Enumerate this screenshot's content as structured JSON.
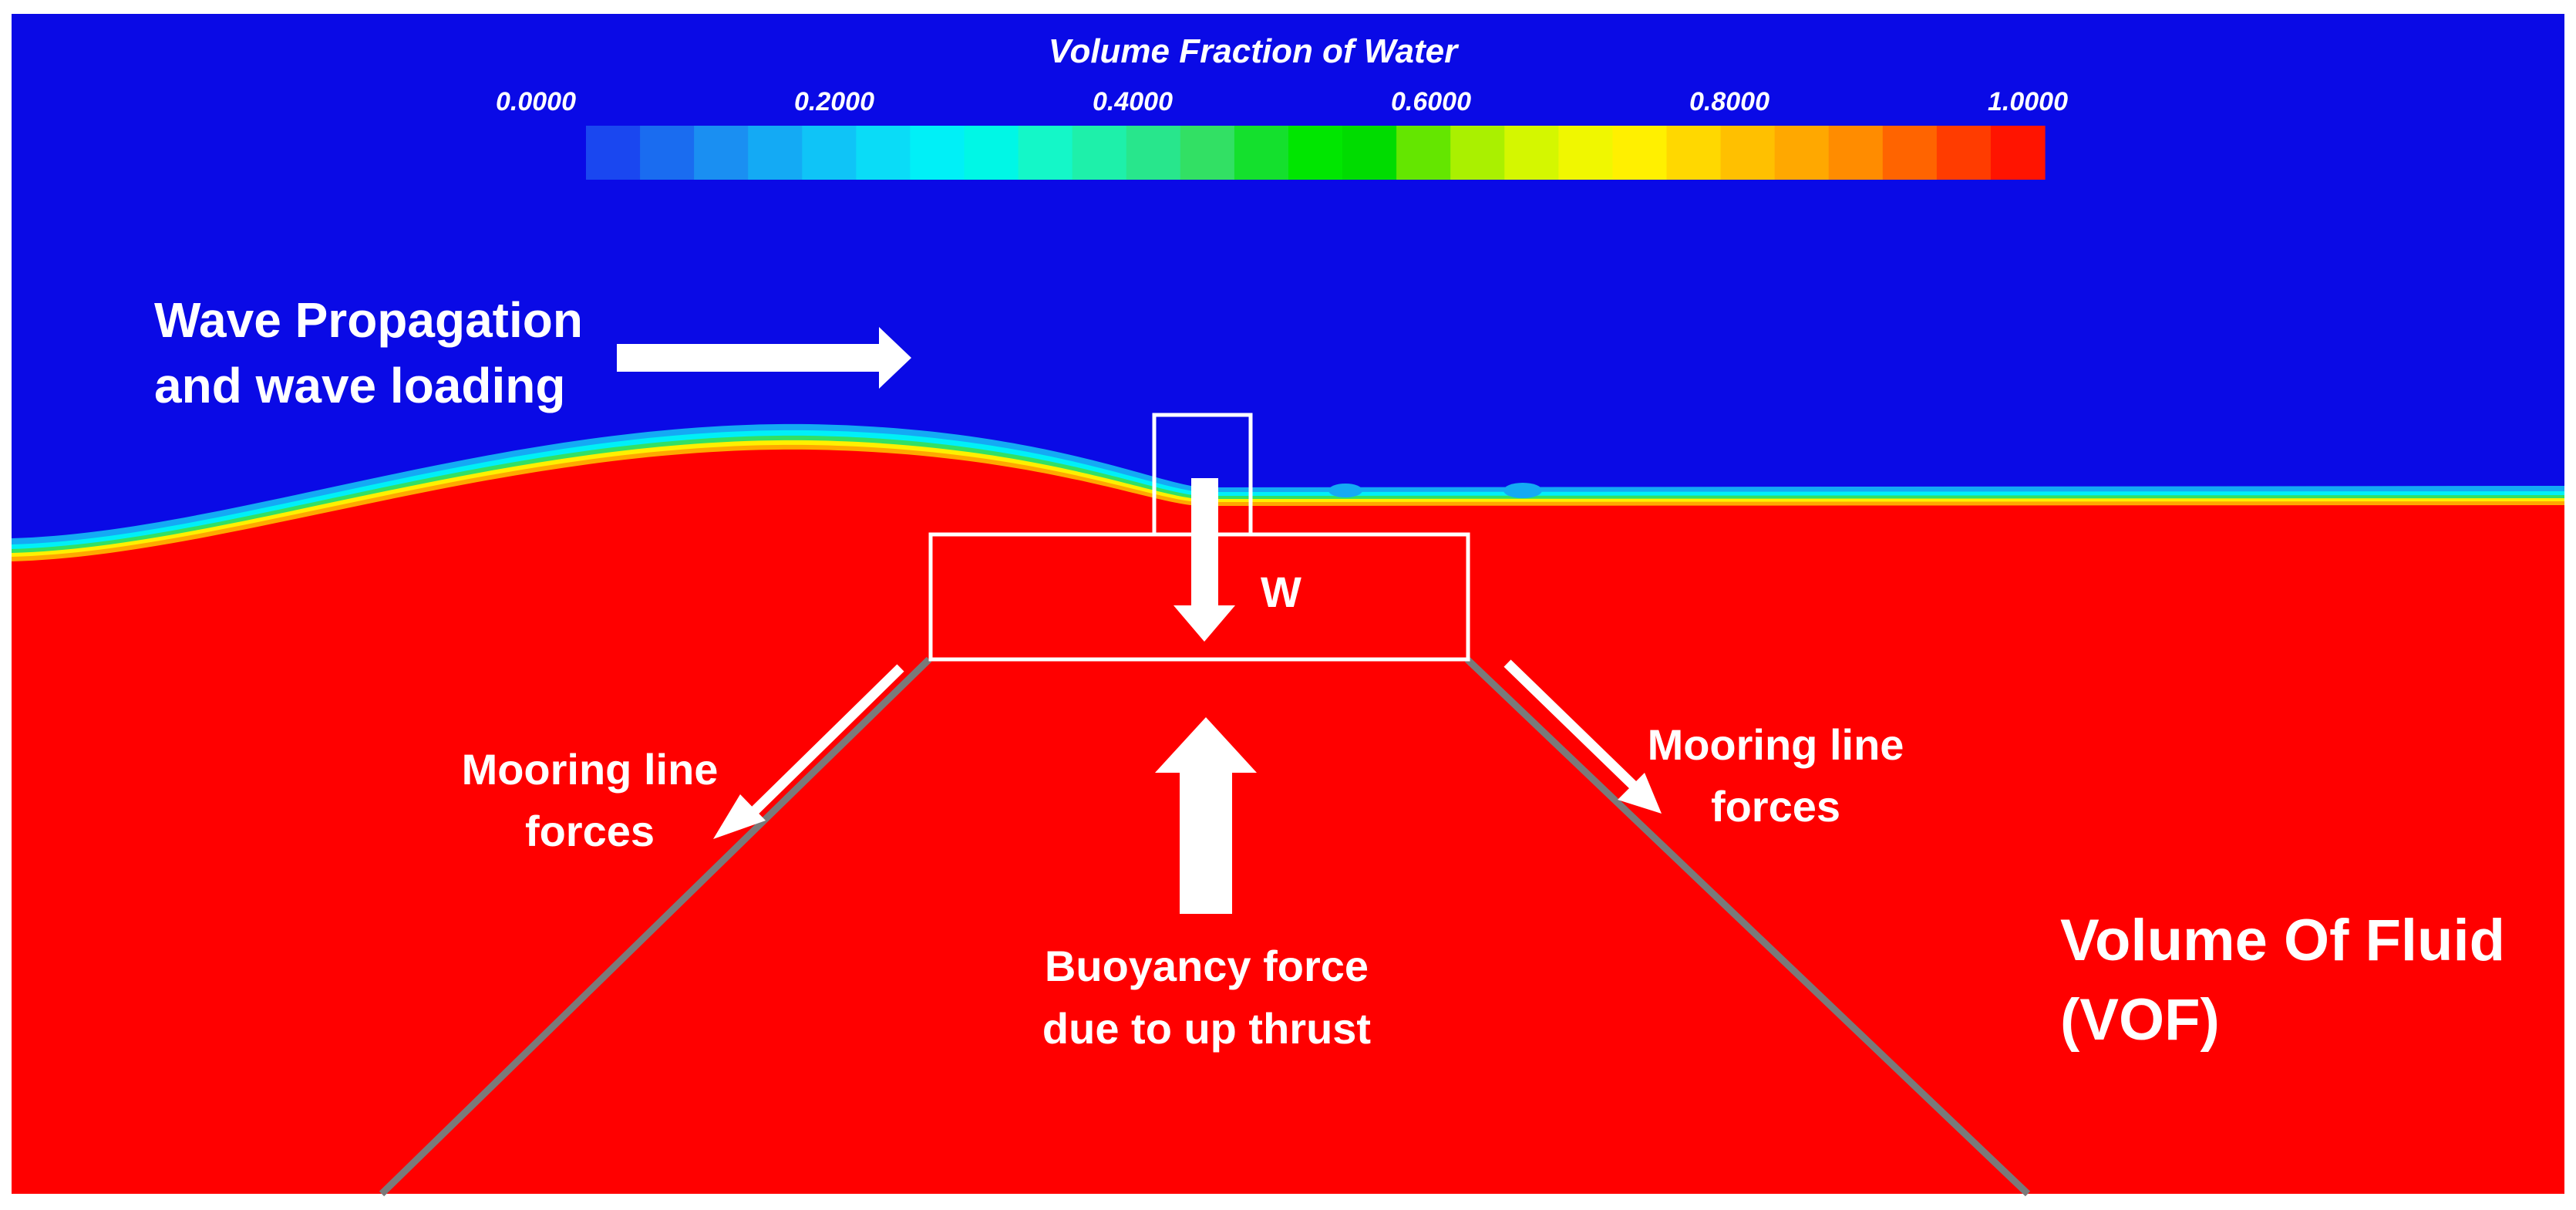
{
  "colorbar": {
    "title": "Volume Fraction of Water",
    "ticks": [
      "0.0000",
      "0.2000",
      "0.4000",
      "0.6000",
      "0.8000",
      "1.0000"
    ],
    "colors": [
      "#1a47f0",
      "#1a6cf0",
      "#1a8ff2",
      "#14aaf4",
      "#0fc4f7",
      "#0adcf7",
      "#00f0f7",
      "#00f7e6",
      "#14f7c8",
      "#1ef0aa",
      "#28e68c",
      "#32e064",
      "#14e02d",
      "#00e600",
      "#00dc00",
      "#64e600",
      "#aaf000",
      "#d4f700",
      "#f0f700",
      "#fff000",
      "#ffd800",
      "#ffc000",
      "#ffa800",
      "#ff8c00",
      "#ff6400",
      "#ff3c00",
      "#ff1400"
    ]
  },
  "colors": {
    "air": "#0a0ae6",
    "water": "#ff0000",
    "annotation": "#ffffff",
    "mooring_line": "#808080"
  },
  "labels": {
    "wave_line1": "Wave Propagation",
    "wave_line2": "and wave loading",
    "weight": "W",
    "mooring_left_line1": "Mooring line",
    "mooring_left_line2": "forces",
    "mooring_right_line1": "Mooring line",
    "mooring_right_line2": "forces",
    "buoyancy_line1": "Buoyancy force",
    "buoyancy_line2": "due to up thrust",
    "vof_line1": "Volume Of Fluid",
    "vof_line2": "(VOF)"
  }
}
